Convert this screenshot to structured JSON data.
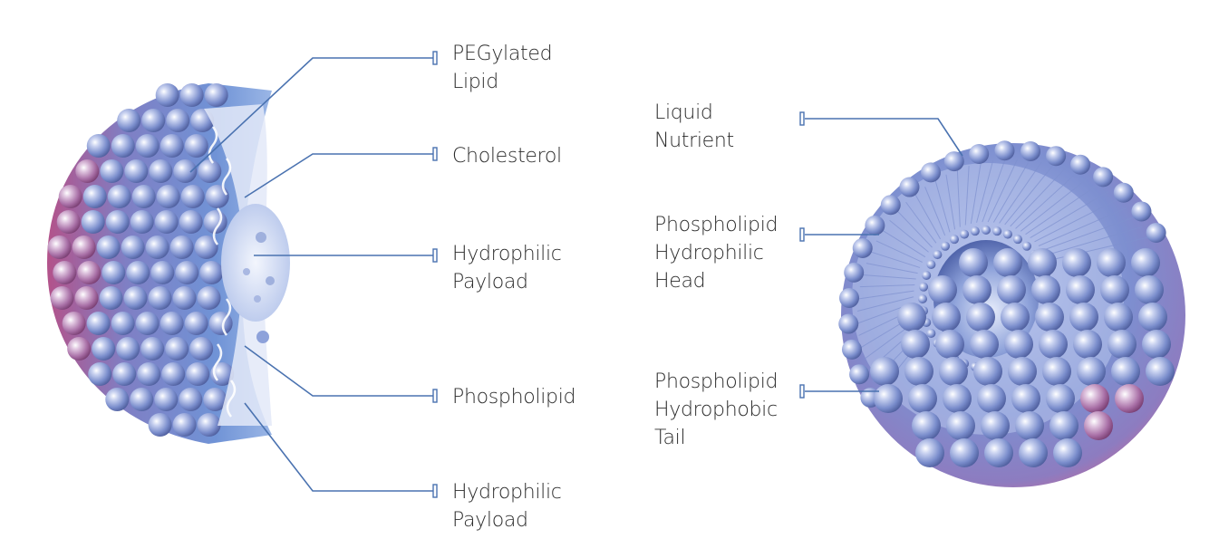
{
  "colors": {
    "leader_line": "#4a72b0",
    "sphere_blue": "#6f86c8",
    "sphere_magenta": "#a24f87",
    "text": "#2b2b2b"
  },
  "lipid_nanoparticle": {
    "labels": [
      {
        "id": "pegylated-lipid",
        "lines": [
          "PEGylated",
          "Lipid"
        ]
      },
      {
        "id": "cholesterol",
        "lines": [
          "Cholesterol"
        ]
      },
      {
        "id": "hydrophilic-payload",
        "lines": [
          "Hydrophilic",
          "Payload"
        ]
      },
      {
        "id": "phospholipid",
        "lines": [
          "Phospholipid"
        ]
      },
      {
        "id": "hydrophilic-payload-2",
        "lines": [
          "Hydrophilic",
          "Payload"
        ]
      }
    ]
  },
  "liposome": {
    "labels": [
      {
        "id": "liquid-nutrient",
        "lines": [
          "Liquid",
          "Nutrient"
        ]
      },
      {
        "id": "phospholipid-hydrophilic-head",
        "lines": [
          "Phospholipid",
          "Hydrophilic",
          "Head"
        ]
      },
      {
        "id": "phospholipid-hydrophobic-tail",
        "lines": [
          "Phospholipid",
          "Hydrophobic",
          "Tail"
        ]
      }
    ]
  }
}
